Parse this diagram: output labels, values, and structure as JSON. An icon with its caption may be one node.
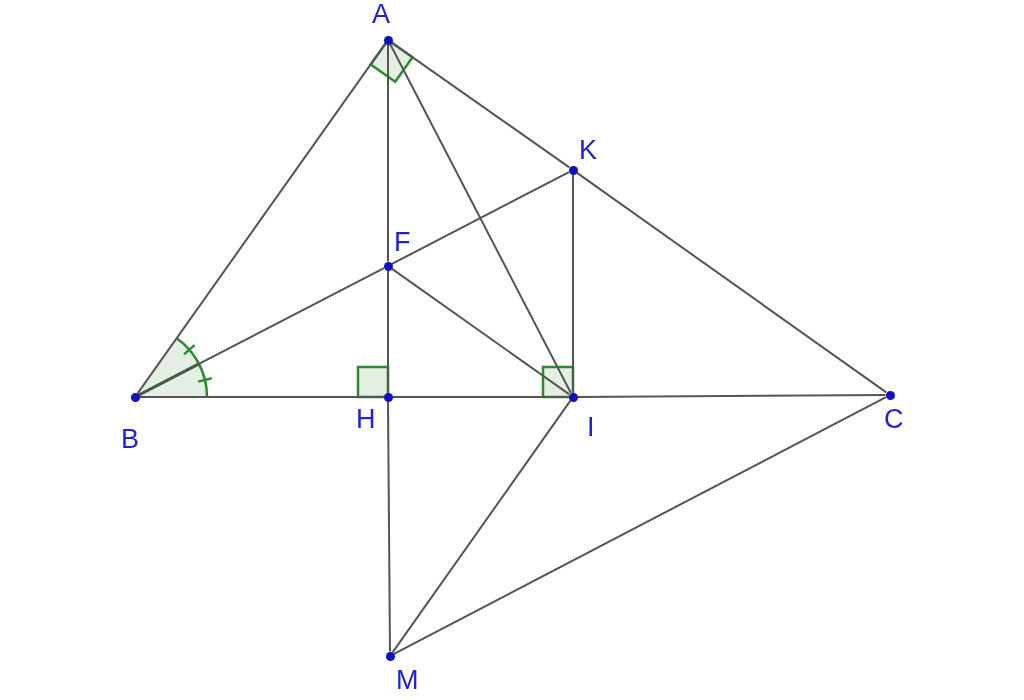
{
  "diagram": {
    "nodes": [
      {
        "text": [
          "A"
        ]
      },
      {
        "text": [
          "K"
        ]
      },
      {
        "text": [
          "F"
        ]
      },
      {
        "text": [
          "B"
        ]
      },
      {
        "text": [
          "H"
        ]
      },
      {
        "text": [
          "I"
        ]
      },
      {
        "text": [
          "C"
        ]
      },
      {
        "text": [
          "M"
        ]
      }
    ],
    "edges": [
      {
        "from": 0,
        "to": 3,
        "arrow": "none"
      },
      {
        "from": 0,
        "to": 1,
        "arrow": "none"
      },
      {
        "from": 1,
        "to": 6,
        "arrow": "none"
      },
      {
        "from": 3,
        "to": 4,
        "arrow": "none"
      },
      {
        "from": 4,
        "to": 5,
        "arrow": "none"
      },
      {
        "from": 5,
        "to": 6,
        "arrow": "none"
      },
      {
        "from": 0,
        "to": 2,
        "arrow": "none"
      },
      {
        "from": 2,
        "to": 4,
        "arrow": "none"
      },
      {
        "from": 4,
        "to": 7,
        "arrow": "none"
      },
      {
        "from": 0,
        "to": 5,
        "arrow": "none"
      },
      {
        "from": 3,
        "to": 2,
        "arrow": "none"
      },
      {
        "from": 2,
        "to": 1,
        "arrow": "none"
      },
      {
        "from": 2,
        "to": 5,
        "arrow": "none"
      },
      {
        "from": 1,
        "to": 5,
        "arrow": "none"
      },
      {
        "from": 5,
        "to": 7,
        "arrow": "none"
      },
      {
        "from": 7,
        "to": 6,
        "arrow": "none"
      }
    ]
  }
}
